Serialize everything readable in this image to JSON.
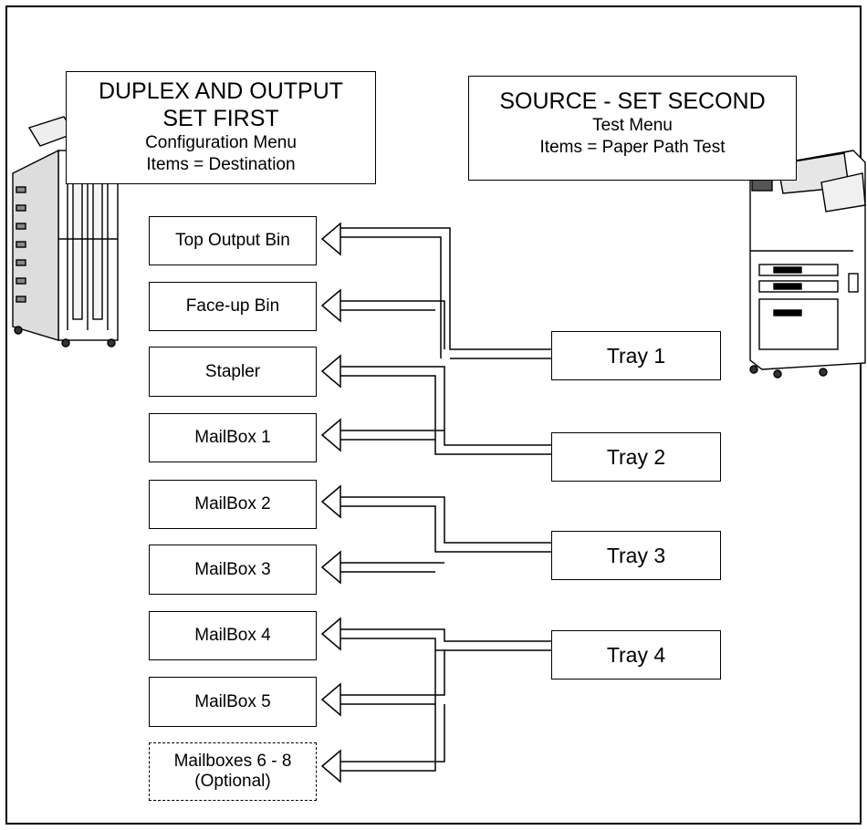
{
  "left_header": {
    "line1": "DUPLEX AND OUTPUT",
    "line2": "SET FIRST",
    "line3": "Configuration Menu",
    "line4": "Items = Destination"
  },
  "right_header": {
    "line1": "SOURCE - SET SECOND",
    "line2": "Test Menu",
    "line3": "Items = Paper Path Test"
  },
  "destinations": [
    {
      "label": "Top Output Bin"
    },
    {
      "label": "Face-up Bin"
    },
    {
      "label": "Stapler"
    },
    {
      "label": "MailBox 1"
    },
    {
      "label": "MailBox 2"
    },
    {
      "label": "MailBox 3"
    },
    {
      "label": "MailBox 4"
    },
    {
      "label": "MailBox 5"
    }
  ],
  "optional_destination": {
    "line1": "Mailboxes 6 - 8",
    "line2": "(Optional)"
  },
  "sources": [
    {
      "label": "Tray 1"
    },
    {
      "label": "Tray 2"
    },
    {
      "label": "Tray 3"
    },
    {
      "label": "Tray 4"
    }
  ],
  "images": {
    "left_device": "multi-bin-mailbox-icon",
    "right_device": "printer-icon"
  }
}
